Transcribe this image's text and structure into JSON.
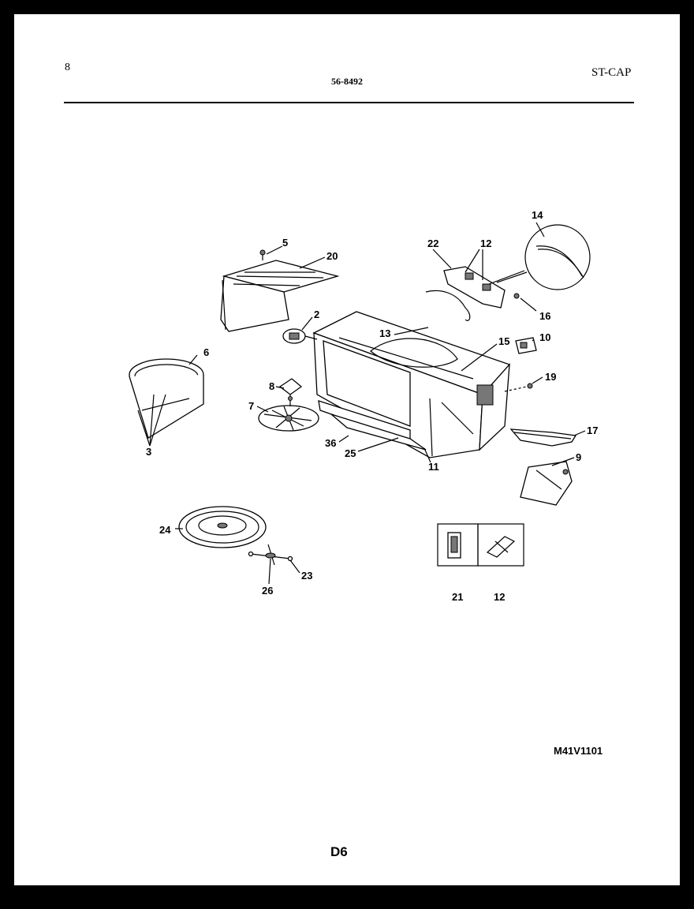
{
  "header": {
    "page_number": "8",
    "document_number": "56-8492",
    "brand_code": "ST-CAP"
  },
  "footer": {
    "model_code": "M41V1101",
    "page_code": "D6"
  },
  "labels": {
    "l14": "14",
    "l12a": "12",
    "l22": "22",
    "l5": "5",
    "l20": "20",
    "l16": "16",
    "l2": "2",
    "l13": "13",
    "l10": "10",
    "l6": "6",
    "l15": "15",
    "l19": "19",
    "l8": "8",
    "l7": "7",
    "l17": "17",
    "l36": "36",
    "l25": "25",
    "l11": "11",
    "l9": "9",
    "l3": "3",
    "l24": "24",
    "l23": "23",
    "l26": "26",
    "l21": "21",
    "l12b": "12"
  }
}
